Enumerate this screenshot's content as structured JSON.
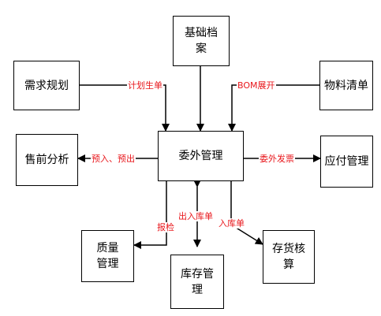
{
  "colors": {
    "line": "#000000",
    "label": "#e8161b",
    "background": "#ffffff"
  },
  "nodes": {
    "basic_archive": "基础档案",
    "demand_planning": "需求规划",
    "bom_list": "物料清单",
    "sales_analysis": "售前分析",
    "outsourcing": "委外管理",
    "payables": "应付管理",
    "quality": "质量管理",
    "inventory": "库存管理",
    "cost_accounting": "存货核算"
  },
  "edges": {
    "plan_order": "计划生单",
    "bom_expand": "BOM展开",
    "pre_in_out": "预入、预出",
    "outsourcing_invoice": "委外发票",
    "inspection": "报检",
    "in_out_order": "出入库单",
    "in_order": "入库单"
  }
}
